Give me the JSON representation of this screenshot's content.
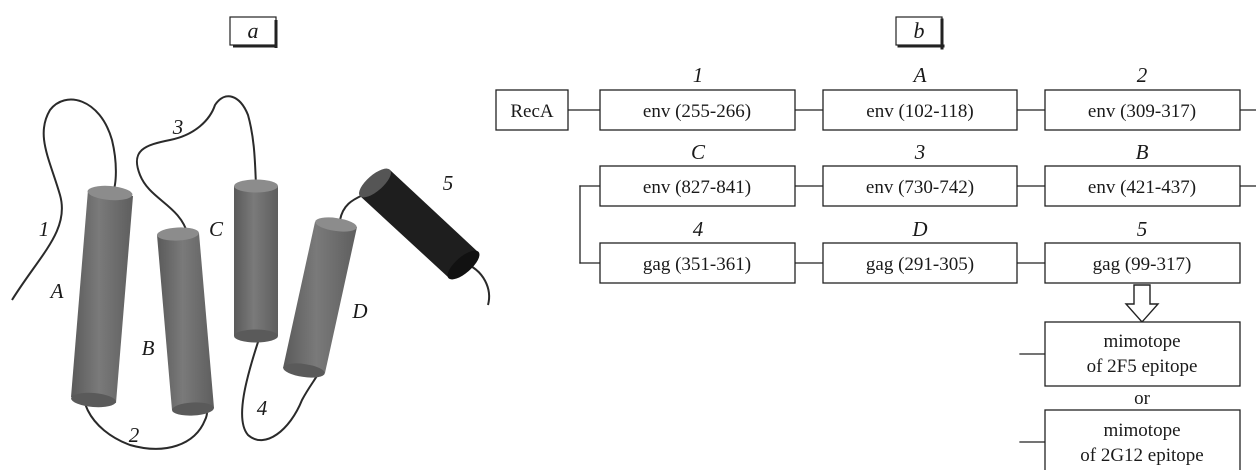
{
  "panel_a": {
    "label": "a",
    "helices": [
      {
        "label": "A",
        "color": "#6e6e6e"
      },
      {
        "label": "B",
        "color": "#6e6e6e"
      },
      {
        "label": "C",
        "color": "#6e6e6e"
      },
      {
        "label": "D",
        "color": "#6e6e6e"
      },
      {
        "label": "5",
        "color": "#1e1e1e"
      }
    ],
    "loops": [
      "1",
      "2",
      "3",
      "4"
    ]
  },
  "panel_b": {
    "label": "b",
    "start": "RecA",
    "rows": [
      [
        {
          "label": "1",
          "text": "env (255-266)"
        },
        {
          "label": "A",
          "text": "env (102-118)"
        },
        {
          "label": "2",
          "text": "env (309-317)"
        }
      ],
      [
        {
          "label": "C",
          "text": "env (827-841)"
        },
        {
          "label": "3",
          "text": "env (730-742)"
        },
        {
          "label": "B",
          "text": "env (421-437)"
        }
      ],
      [
        {
          "label": "4",
          "text": "gag (351-361)"
        },
        {
          "label": "D",
          "text": "gag (291-305)"
        },
        {
          "label": "5",
          "text": "gag (99-317)"
        }
      ]
    ],
    "mimotope1": {
      "line1": "mimotope",
      "line2": "of 2F5 epitope"
    },
    "or": "or",
    "mimotope2": {
      "line1": "mimotope",
      "line2": "of 2G12 epitope"
    }
  },
  "colors": {
    "helix_gray": "#6e6e6e",
    "helix_black": "#1e1e1e",
    "line": "#222222"
  }
}
